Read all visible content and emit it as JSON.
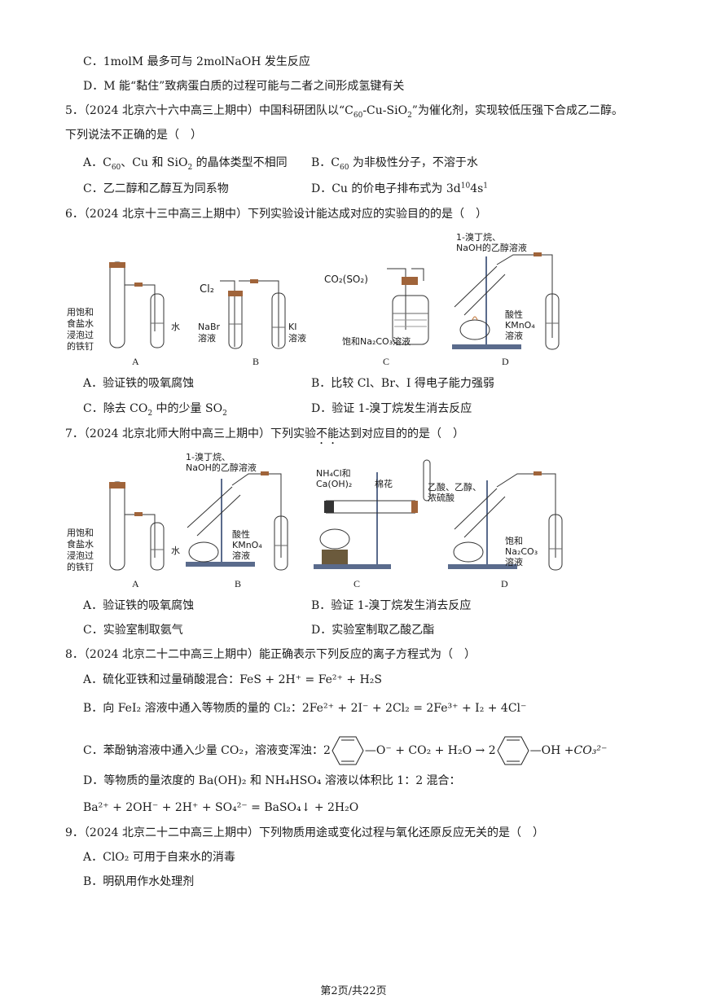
{
  "page": {
    "footer": "第2页/共22页",
    "current_page": 2,
    "total_pages": 22
  },
  "q4_tail": {
    "optC": "C．1molM 最多可与 2molNaOH 发生反应",
    "optD": "D．M 能“黏住”致病蛋白质的过程可能与二者之间形成氢键有关"
  },
  "q5": {
    "stem_a": "5．（2024 北京六十六中高三上期中）中国科研团队以“C",
    "stem_sub1": "60",
    "stem_b": "-Cu-SiO",
    "stem_sub2": "2",
    "stem_c": "”为催化剂，实现较低压强下合成乙二醇。",
    "stem2": "下列说法不正确的是（　）",
    "options": {
      "A": {
        "pre": "A．C",
        "sub1": "60",
        "mid": "、Cu 和 SiO",
        "sub2": "2",
        "post": " 的晶体类型不相同"
      },
      "B": {
        "pre": "B．C",
        "sub1": "60",
        "post": " 为非极性分子，不溶于水"
      },
      "C": {
        "text": "C．乙二醇和乙醇互为同系物"
      },
      "D": {
        "pre": "D．Cu 的价电子排布式为 3d",
        "sup1": "10",
        "mid": "4s",
        "sup2": "1"
      }
    }
  },
  "q6": {
    "stem": "6．（2024 北京十三中高三上期中）下列实验设计能达成对应的实验目的的是（　）",
    "figure": {
      "A": {
        "label": "A",
        "annotation": [
          "用饱和",
          "食盐水",
          "浸泡过",
          "的铁钉"
        ],
        "water": "水"
      },
      "B": {
        "label": "B",
        "gas": "Cl₂",
        "left": [
          "NaBr",
          "溶液"
        ],
        "right": [
          "KI",
          "溶液"
        ]
      },
      "C": {
        "label": "C",
        "gas": "CO₂(SO₂)",
        "bottle": "饱和Na₂CO₃溶液"
      },
      "D": {
        "label": "D",
        "reagent": [
          "1-溴丁烷、",
          "NaOH的乙醇溶液"
        ],
        "beaker": [
          "酸性",
          "KMnO₄",
          "溶液"
        ]
      }
    },
    "options": {
      "A": "A．验证铁的吸氧腐蚀",
      "B": "B．比较 Cl、Br、I 得电子能力强弱",
      "C_pre": "C．除去 CO",
      "C_sub1": "2",
      "C_mid": " 中的少量 SO",
      "C_sub2": "2",
      "D": "D．验证 1-溴丁烷发生消去反应"
    }
  },
  "q7": {
    "stem_a": "7．（2024 北京北师大附中高三上期中）下列实验",
    "stem_emph": "不能",
    "stem_b": "达到对应目的的是（　）",
    "figure": {
      "A": {
        "label": "A",
        "annotation": [
          "用饱和",
          "食盐水",
          "浸泡过",
          "的铁钉"
        ],
        "water": "水"
      },
      "B": {
        "label": "B",
        "reagent": [
          "1-溴丁烷、",
          "NaOH的乙醇溶液"
        ],
        "beaker": [
          "酸性",
          "KMnO₄",
          "溶液"
        ]
      },
      "C": {
        "label": "C",
        "reagent": [
          "NH₄Cl和",
          "Ca(OH)₂"
        ],
        "cotton": "棉花"
      },
      "D": {
        "label": "D",
        "reagent": [
          "乙酸、乙醇、",
          "浓硫酸"
        ],
        "beaker": [
          "饱和",
          "Na₂CO₃",
          "溶液"
        ]
      }
    },
    "options": {
      "A": "A．验证铁的吸氧腐蚀",
      "B": "B．验证 1-溴丁烷发生消去反应",
      "C": "C．实验室制取氨气",
      "D": "D．实验室制取乙酸乙酯"
    }
  },
  "q8": {
    "stem": "8．（2024 北京二十二中高三上期中）能正确表示下列反应的离子方程式为（　）",
    "options": {
      "A": "A．硫化亚铁和过量硝酸混合：FeS + 2H⁺ = Fe²⁺ + H₂S",
      "B": "B．向 FeI₂ 溶液中通入等物质的量的 Cl₂：2Fe²⁺ + 2I⁻ + 2Cl₂ = 2Fe³⁺ + I₂ + 4Cl⁻",
      "C_pre": "C．苯酚钠溶液中通入少量 CO₂，溶液变浑浊：2",
      "C_mid": "—O⁻ + CO₂ + H₂O → 2",
      "C_post": "—OH + ",
      "C_co3": "CO₃²⁻",
      "D_line1": "D．等物质的量浓度的 Ba(OH)₂ 和 NH₄HSO₄ 溶液以体积比 1：2 混合：",
      "D_line2": "Ba²⁺ + 2OH⁻ + 2H⁺ + SO₄²⁻ = BaSO₄↓ + 2H₂O"
    }
  },
  "q9": {
    "stem": "9．（2024 北京二十二中高三上期中）下列物质用途或变化过程与氧化还原反应无关的是（　）",
    "options": {
      "A": "A．ClO₂ 可用于自来水的消毒",
      "B": "B．明矾用作水处理剂"
    }
  }
}
